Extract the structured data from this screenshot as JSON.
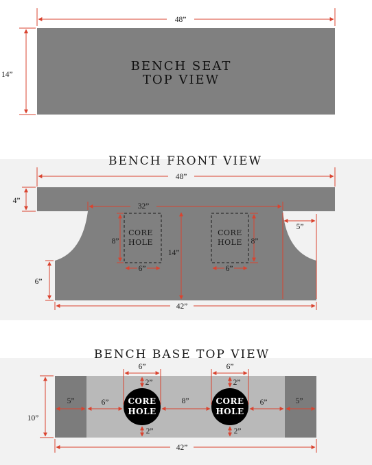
{
  "colors": {
    "dimension": "#d9432f",
    "block": "#808080",
    "base_light": "#b9b9b9",
    "base_dark": "#7c7c7c",
    "band": "#f2f2f2",
    "hole": "#000000"
  },
  "seat": {
    "title_line1": "BENCH SEAT",
    "title_line2": "TOP VIEW",
    "width": "48”",
    "depth": "14”"
  },
  "front": {
    "title": "BENCH FRONT VIEW",
    "width_top": "48”",
    "seat_thickness": "4”",
    "span": "32”",
    "height": "14”",
    "overhang": "5”",
    "foot_height": "6”",
    "base_width": "42”",
    "core_left": {
      "line1": "CORE",
      "line2": "HOLE",
      "height": "8”",
      "width": "6”"
    },
    "core_right": {
      "line1": "CORE",
      "line2": "HOLE",
      "height": "8”",
      "width": "6”"
    }
  },
  "base": {
    "title": "BENCH BASE TOP VIEW",
    "depth": "10”",
    "end_left": "5”",
    "end_right": "5”",
    "gap_left": "6”",
    "gap_mid": "8”",
    "gap_right": "6”",
    "width": "42”",
    "hole_left": {
      "line1": "CORE",
      "line2": "HOLE",
      "width": "6”",
      "top": "2”",
      "bottom": "2”"
    },
    "hole_right": {
      "line1": "CORE",
      "line2": "HOLE",
      "width": "6”",
      "top": "2”",
      "bottom": "2”"
    }
  }
}
